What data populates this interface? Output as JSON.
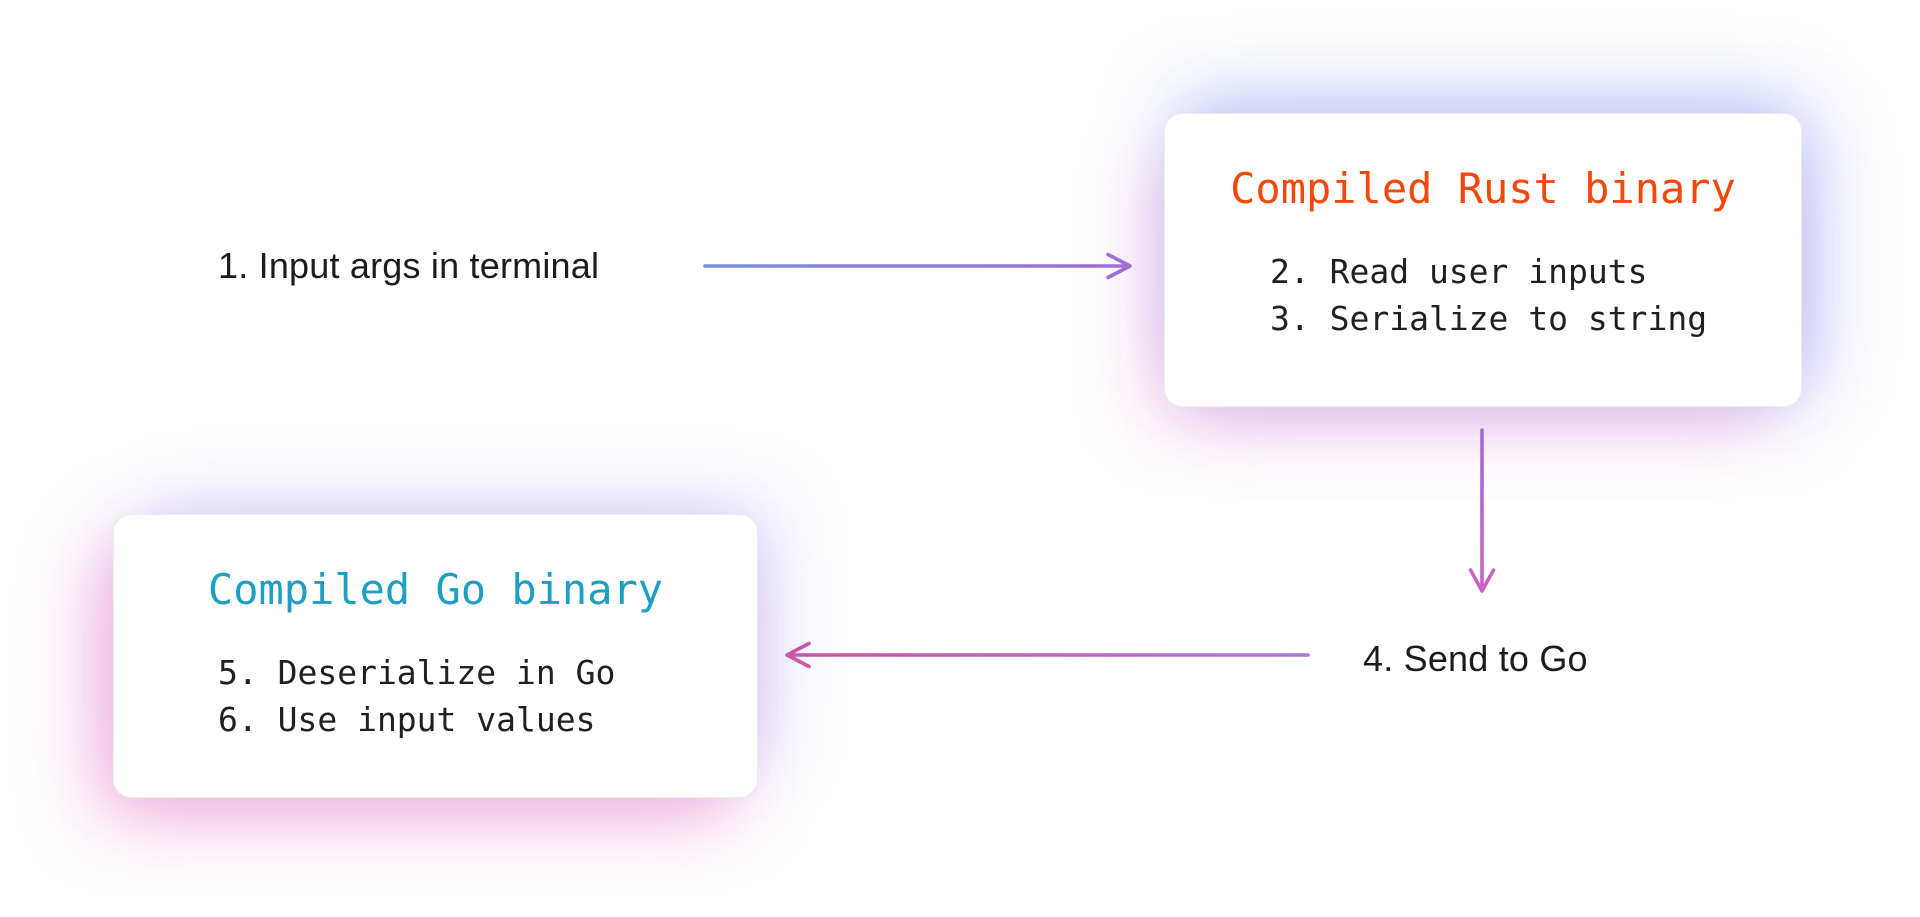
{
  "diagram": {
    "step1_label": "1. Input args in terminal",
    "step4_label": "4. Send to Go",
    "rust_box": {
      "title": "Compiled Rust binary",
      "items": [
        "2. Read user inputs",
        "3. Serialize to string"
      ]
    },
    "go_box": {
      "title": "Compiled Go binary",
      "items": [
        "5. Deserialize in Go",
        "6. Use input values"
      ]
    },
    "icons": {
      "arrow1": "arrow-right-icon",
      "arrow2": "arrow-left-icon",
      "arrow3": "arrow-down-icon"
    }
  },
  "colors": {
    "rust_title": "#f2480c",
    "go_title": "#1d9fc4",
    "arrow_blue": "#7b8ce8",
    "arrow_purple": "#9d6bd9",
    "arrow_violet": "#ae74de",
    "arrow_magenta": "#d160c3",
    "arrow_pink": "#d1509f",
    "text_dark": "#1c1c20",
    "card_background": "#ffffff",
    "card_border": "#ececf1"
  }
}
